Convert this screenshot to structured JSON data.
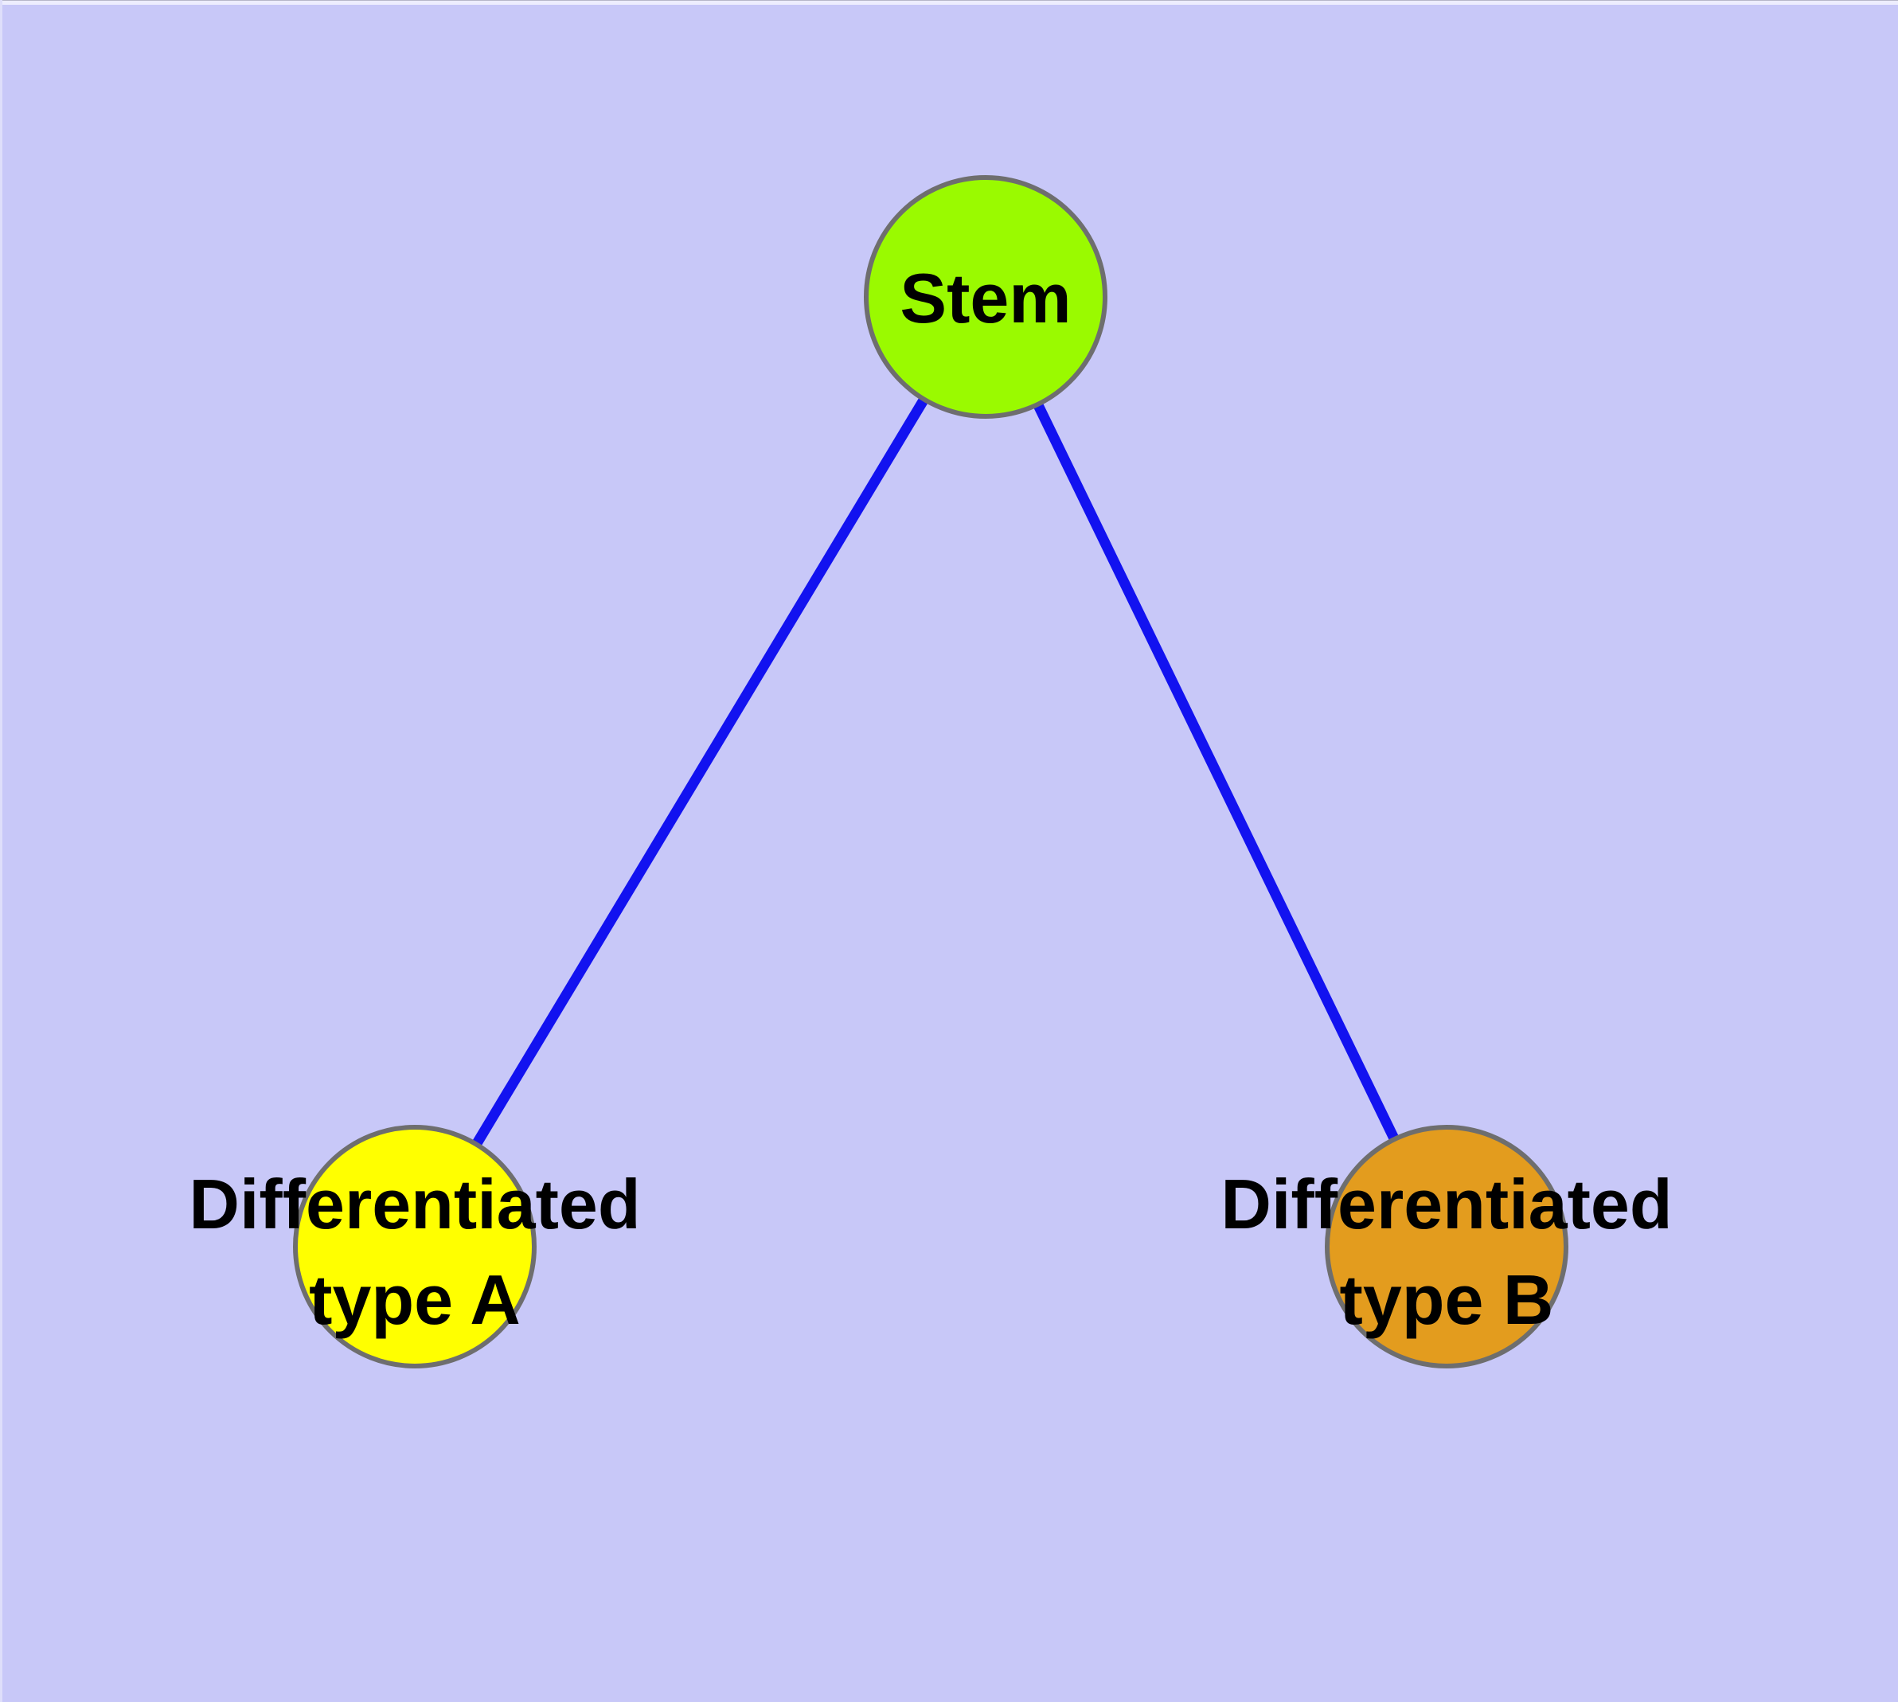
{
  "diagram": {
    "background_color": "#c8c8f8",
    "edge_color": "#1212f0",
    "node_border_color": "#6e6e6e",
    "label_color": "#000000",
    "nodes": [
      {
        "id": "stem",
        "label": "Stem",
        "fill": "#9afa00"
      },
      {
        "id": "differentiated-type-a",
        "label_line1": "Differentiated",
        "label_line2": "type A",
        "fill": "#ffff00"
      },
      {
        "id": "differentiated-type-b",
        "label_line1": "Differentiated",
        "label_line2": "type B",
        "fill": "#e39c1e"
      }
    ],
    "edges": [
      {
        "from": "stem",
        "to": "differentiated-type-a"
      },
      {
        "from": "stem",
        "to": "differentiated-type-b"
      }
    ]
  }
}
